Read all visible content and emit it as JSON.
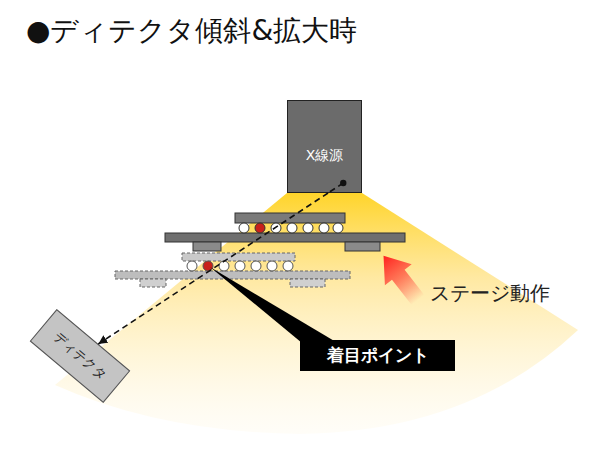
{
  "diagram": {
    "title": "●ディテクタ傾斜&拡大時",
    "nodes": [
      {
        "text": [
          "X線源"
        ]
      },
      {
        "text": [
          "ディテクタ"
        ]
      },
      {
        "text": [
          "着目ポイント"
        ]
      }
    ],
    "edges": [
      {
        "from": 0,
        "to": 1,
        "arrow": "to"
      }
    ],
    "labels": [
      "ステージ動作"
    ]
  }
}
